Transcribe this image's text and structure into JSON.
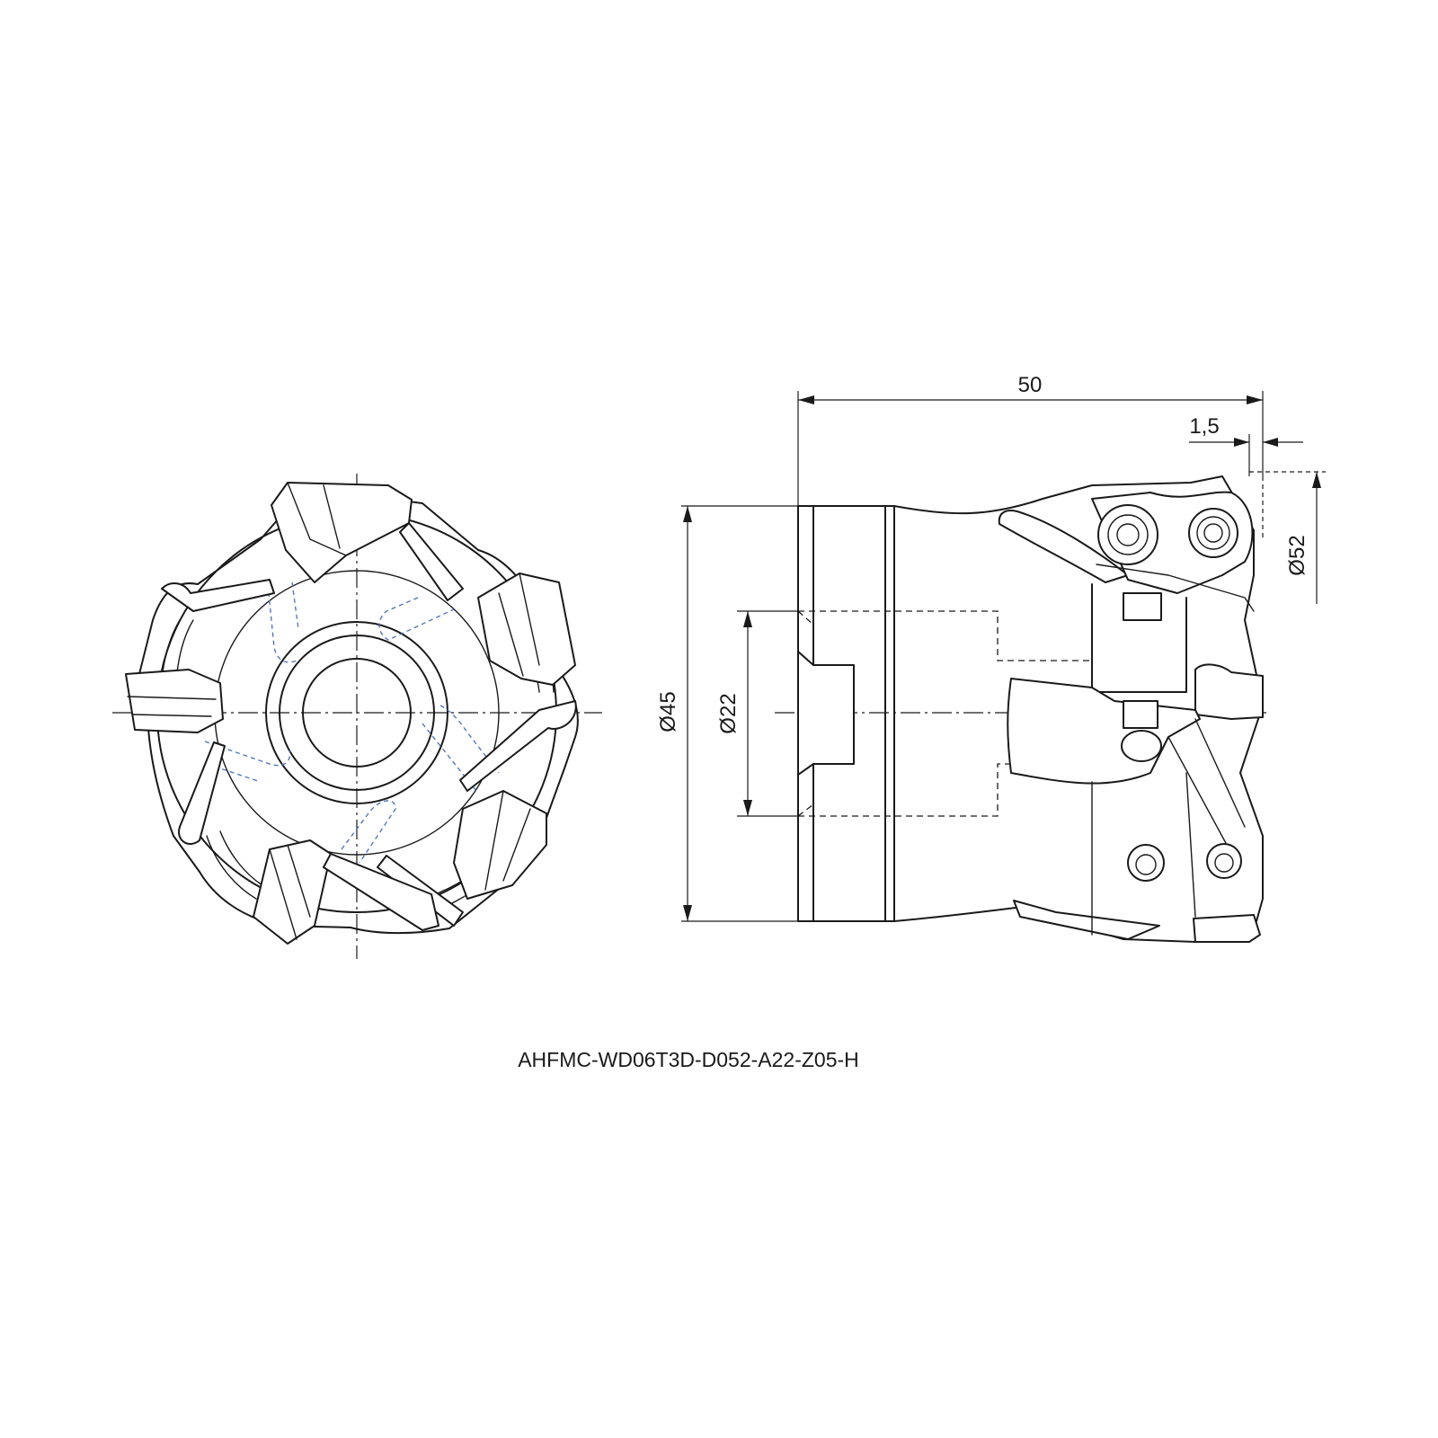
{
  "drawing": {
    "model_code": "AHFMC-WD06T3D-D052-A22-Z05-H",
    "dimensions": {
      "overall_length": "50",
      "insert_offset": "1,5",
      "cutting_diameter": "Ø52",
      "body_diameter": "Ø45",
      "bore_diameter": "Ø22"
    },
    "front_view": {
      "insert_count": 5
    },
    "line_colors": {
      "outline": "#1a1a1a",
      "hidden_coolant": "#4a6fb8"
    }
  }
}
